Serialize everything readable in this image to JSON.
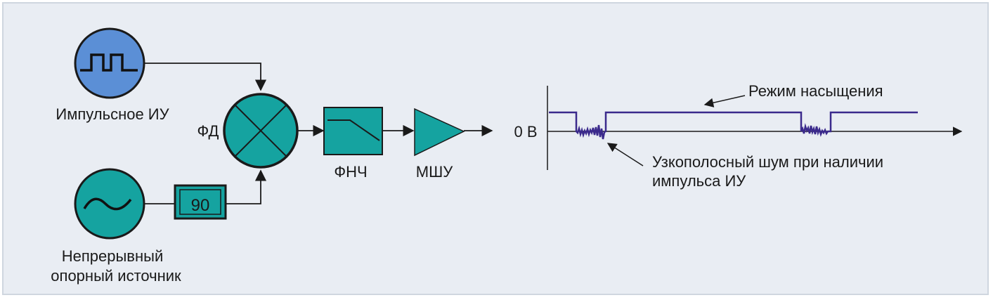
{
  "labels": {
    "pulse_source": "Импульсное ИУ",
    "ref_source_line1": "Непрерывный",
    "ref_source_line2": "опорный источник",
    "phase_detector": "ФД",
    "phase_shifter": "90",
    "lowpass_filter": "ФНЧ",
    "amplifier": "МШУ",
    "zero_level": "0 В",
    "saturation_mode": "Режим насыщения",
    "noise_line1": "Узкополосный шум при наличии",
    "noise_line2": "импульса ИУ"
  },
  "colors": {
    "background": "#e9edf3",
    "pulse_source_fill": "#5b8fd6",
    "teal_fill": "#15a3a0",
    "signal_trace": "#3b2a8c",
    "lines": "#1a1a1a"
  }
}
